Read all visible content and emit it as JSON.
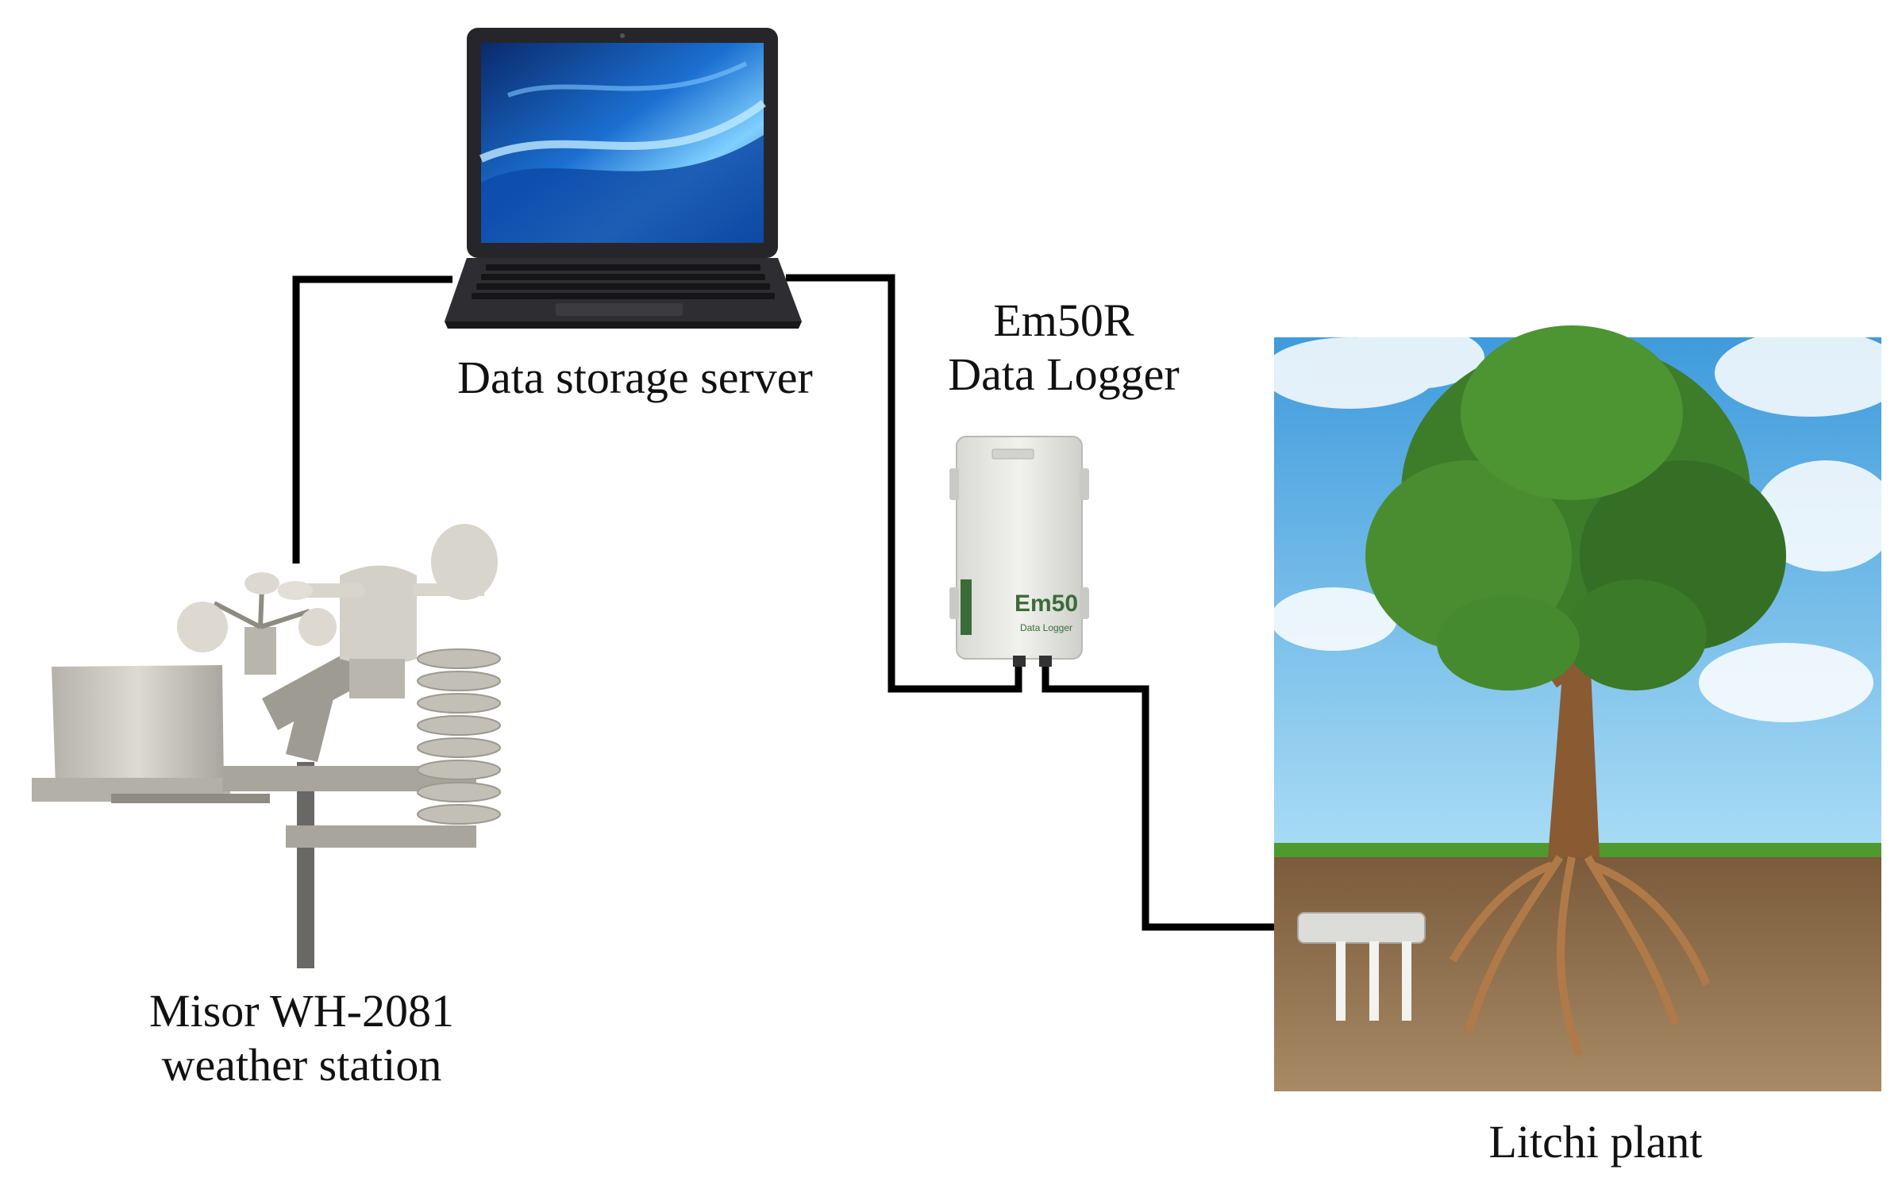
{
  "nodes": {
    "server": {
      "label": "Data storage server"
    },
    "logger": {
      "lines": [
        "Em50R",
        "Data Logger"
      ],
      "device_brand": "Em50",
      "device_sub": "Data Logger"
    },
    "station": {
      "lines": [
        "Misor WH-2081",
        "weather station"
      ]
    },
    "plant": {
      "label": "Litchi plant"
    }
  },
  "colors": {
    "wire": "#000000",
    "laptop_body": "#2b2b2e",
    "screen_blue": "#1b6fd1",
    "logger_body": "#e6e7e3",
    "logger_accent": "#3c6b3a",
    "station_body": "#c8c6bf",
    "sky": "#5aaee6",
    "soil": "#8a6a4a",
    "grass": "#4f9a2e",
    "foliage": "#3d7d2a",
    "trunk": "#8a5a32"
  }
}
